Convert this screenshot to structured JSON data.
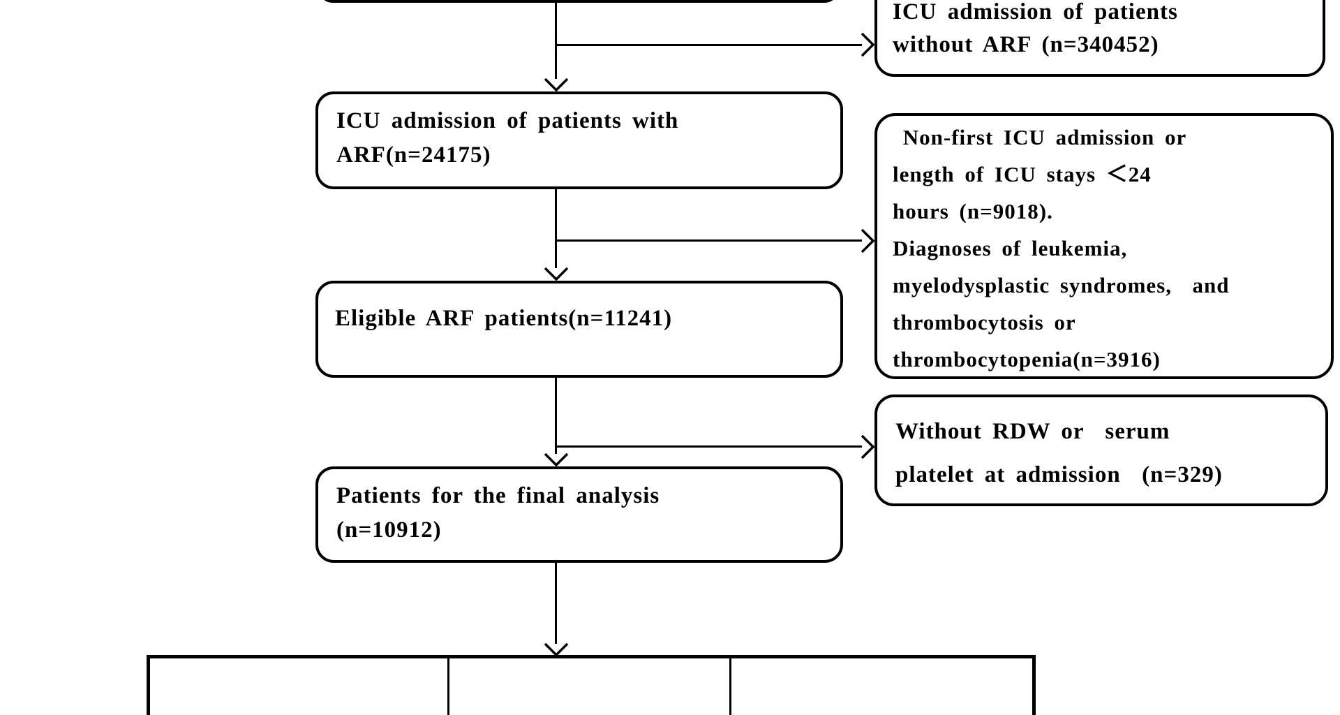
{
  "figure": {
    "type": "flow-diagram",
    "background_color": "#ffffff",
    "line_color": "#000000",
    "boxes": {
      "top_partial": {
        "note": "box cut off at top edge of image, no visible text",
        "lines": []
      },
      "without_arf": {
        "lines": [
          "ICU admission of patients",
          "without ARF (n=340452)"
        ]
      },
      "with_arf": {
        "lines": [
          "ICU admission of patients with",
          "ARF(n=24175)"
        ]
      },
      "exclusion_first": {
        "lines": [
          " Non-first ICU admission or",
          "length of ICU stays ＜24",
          "hours (n=9018).",
          "Diagnoses of leukemia,",
          "myelodysplastic syndromes,  and",
          "thrombocytosis or",
          "thrombocytopenia(n=3916)"
        ]
      },
      "eligible": {
        "lines": [
          "Eligible ARF patients(n=11241)"
        ]
      },
      "without_rdw": {
        "lines": [
          "Without RDW or  serum",
          "platelet at admission  (n=329)"
        ]
      },
      "final_analysis": {
        "lines": [
          "Patients for the final analysis",
          "(n=10912)"
        ]
      },
      "bottom_row": {
        "note": "three empty cells cut off at bottom edge of image",
        "cells": [
          "",
          "",
          ""
        ]
      }
    },
    "counts": {
      "without_arf_n": 340452,
      "with_arf_n": 24175,
      "excluded_non_first_or_short_stay_n": 9018,
      "excluded_diagnoses_n": 3916,
      "eligible_n": 11241,
      "excluded_missing_rdw_platelet_n": 329,
      "final_n": 10912
    }
  }
}
